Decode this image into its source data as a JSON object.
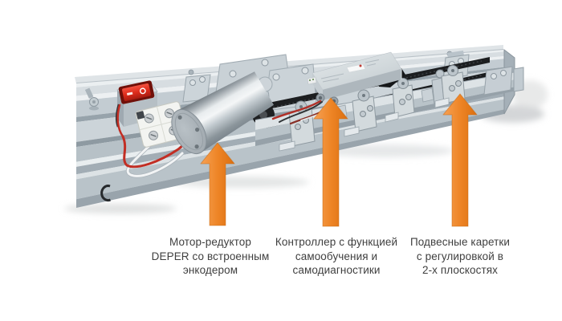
{
  "figure": {
    "description": "Annotated photo of an automatic sliding-door drive beam",
    "colors": {
      "background": "#ffffff",
      "arrow_orange": "#ee8526",
      "arrow_orange_light": "#f6a155",
      "arrow_orange_dark": "#db6f10",
      "label_text": "#3f3f3f",
      "rail_aluminum": "#c4cdd3",
      "belt_black": "#1c1e20",
      "switch_red": "#e13322"
    },
    "annotations": [
      {
        "id": "motor",
        "lines": [
          "Мотор-редуктор",
          "DEPER со встроенным",
          "энкодером"
        ]
      },
      {
        "id": "controller",
        "lines": [
          "Контроллер с функцией",
          "самообучения и",
          "самодиагностики"
        ]
      },
      {
        "id": "carriages",
        "lines": [
          "Подвесные каретки",
          "с регулировкой в",
          "2-х плоскостях"
        ]
      }
    ]
  }
}
